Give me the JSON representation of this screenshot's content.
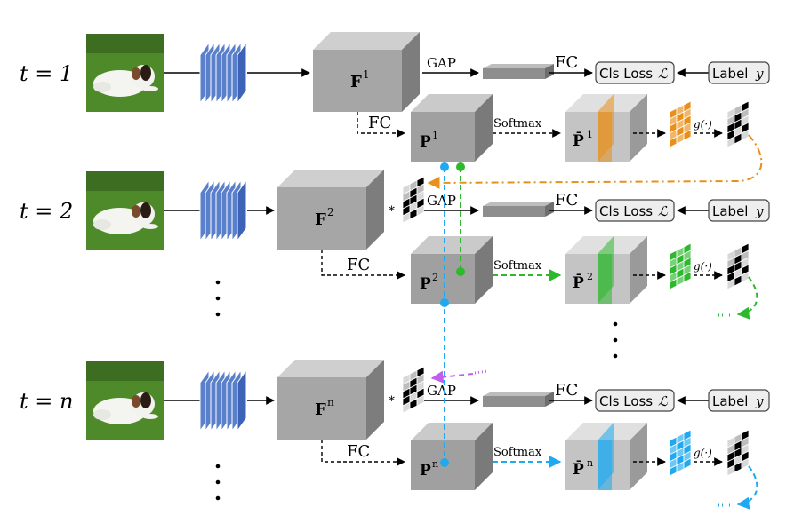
{
  "rows": [
    {
      "t_label": "t = 1",
      "F_label": "F",
      "F_sup": "1",
      "P_label": "P",
      "P_sup": "1",
      "Pbar_label": "P̄",
      "Pbar_sup": "1"
    },
    {
      "t_label": "t = 2",
      "F_label": "F",
      "F_sup": "2",
      "P_label": "P",
      "P_sup": "2",
      "Pbar_label": "P̄",
      "Pbar_sup": "2"
    },
    {
      "t_label": "t = n",
      "F_label": "F",
      "F_sup": "n",
      "P_label": "P",
      "P_sup": "n",
      "Pbar_label": "P̄",
      "Pbar_sup": "n"
    }
  ],
  "labels": {
    "gap": "GAP",
    "fc": "FC",
    "softmax": "Softmax",
    "cls_loss": "Cls Loss",
    "cls_loss_symbol": "ℒ",
    "label": "Label",
    "label_symbol": "y",
    "g_func": "g(·)",
    "mult": "*"
  },
  "colors": {
    "orange": "#e8901a",
    "green": "#2db82d",
    "blue": "#1ea9f0",
    "purple": "#c15ef0",
    "feature_blue": "#3d63b8",
    "cube_gray": "#9a9a9a"
  },
  "icons": [
    "dog-photo",
    "feature-stack-icon",
    "cube-icon",
    "grid-mask-icon"
  ]
}
